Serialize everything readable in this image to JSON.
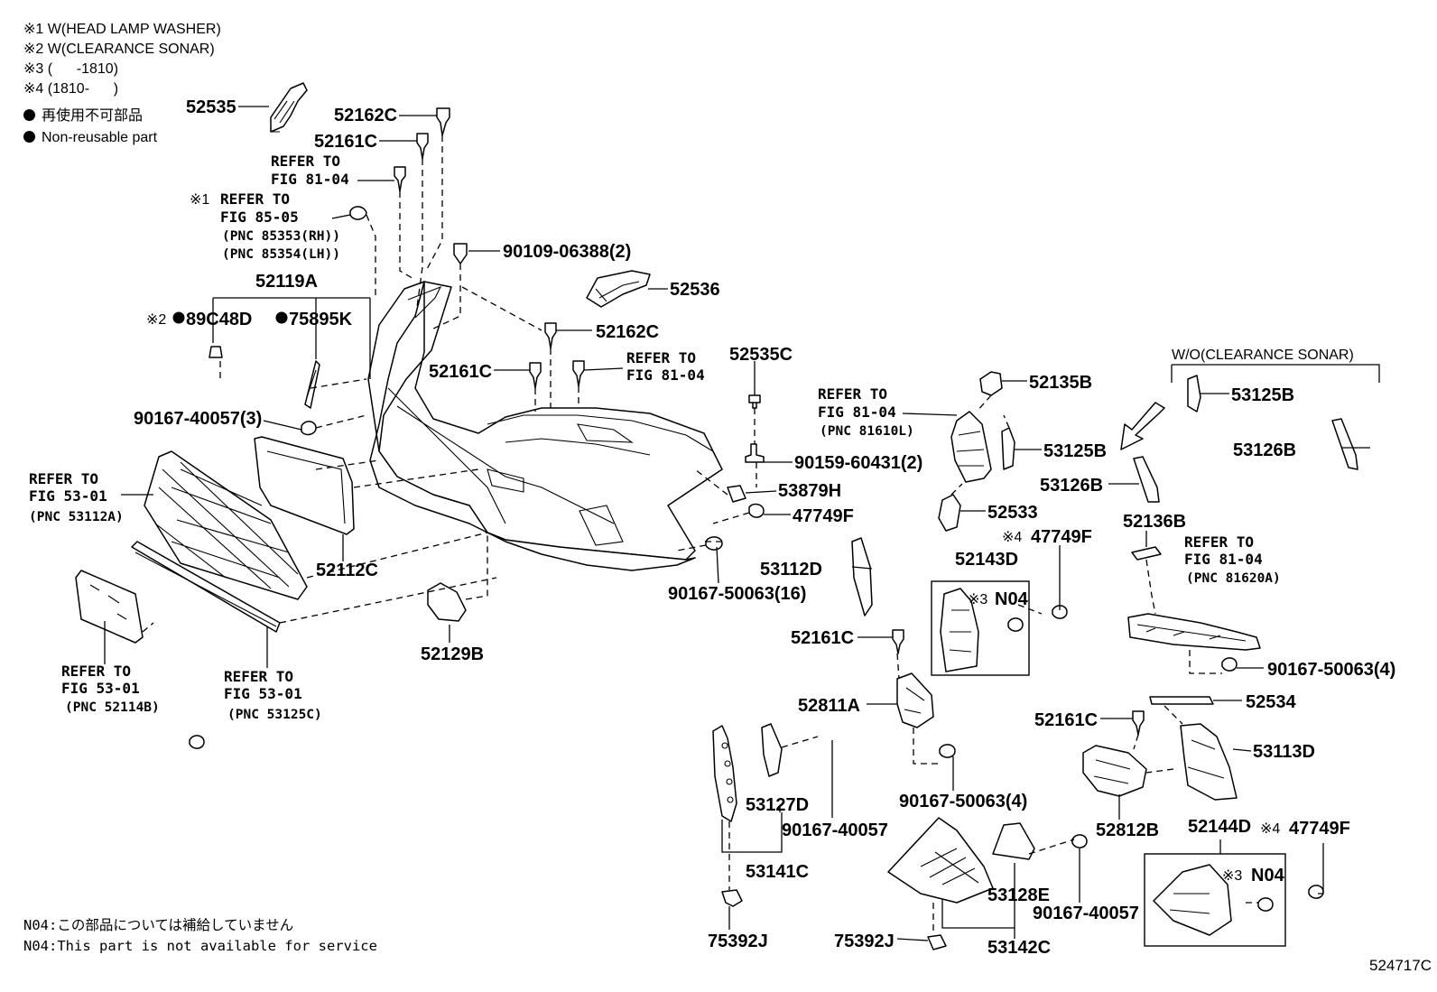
{
  "notes": [
    {
      "mark": "※1",
      "text": "W(HEAD LAMP WASHER)"
    },
    {
      "mark": "※2",
      "text": "W(CLEARANCE SONAR)"
    },
    {
      "mark": "※3",
      "text": "(      -1810)"
    },
    {
      "mark": "※4",
      "text": "(1810-      )"
    }
  ],
  "legend": [
    {
      "icon": "filled-dot",
      "text": "再使用不可部品"
    },
    {
      "icon": "filled-dot",
      "text": "Non-reusable part"
    }
  ],
  "footnote": [
    "N04:この部品については補給していません",
    "N04:This part is not available for service"
  ],
  "illustration_code": "524717C",
  "parts": [
    {
      "id": "p1",
      "text": "52535"
    },
    {
      "id": "p2",
      "text": "52162C"
    },
    {
      "id": "p3",
      "text": "52161C"
    },
    {
      "id": "p4",
      "text": "90109-06388(2)"
    },
    {
      "id": "p5",
      "text": "52119A"
    },
    {
      "id": "p6",
      "text": "89C48D"
    },
    {
      "id": "p7",
      "text": "75895K"
    },
    {
      "id": "p8",
      "text": "52536"
    },
    {
      "id": "p9",
      "text": "52162C"
    },
    {
      "id": "p10",
      "text": "52161C"
    },
    {
      "id": "p11",
      "text": "90167-40057(3)"
    },
    {
      "id": "p12",
      "text": "52535C"
    },
    {
      "id": "p13",
      "text": "90159-60431(2)"
    },
    {
      "id": "p14",
      "text": "53879H"
    },
    {
      "id": "p15",
      "text": "47749F"
    },
    {
      "id": "p16",
      "text": "52112C"
    },
    {
      "id": "p17",
      "text": "90167-50063(16)"
    },
    {
      "id": "p18",
      "text": "52129B"
    },
    {
      "id": "p19",
      "text": "52135B"
    },
    {
      "id": "p20",
      "text": "53125B"
    },
    {
      "id": "p21",
      "text": "53126B"
    },
    {
      "id": "p22",
      "text": "52533"
    },
    {
      "id": "p23",
      "text": "53125B"
    },
    {
      "id": "p24",
      "text": "53126B"
    },
    {
      "id": "p25",
      "text": "52136B"
    },
    {
      "id": "p26",
      "text": "47749F"
    },
    {
      "id": "p27",
      "text": "52143D"
    },
    {
      "id": "p28",
      "text": "N04"
    },
    {
      "id": "p29",
      "text": "53112D"
    },
    {
      "id": "p30",
      "text": "52161C"
    },
    {
      "id": "p31",
      "text": "52811A"
    },
    {
      "id": "p32",
      "text": "90167-50063(4)"
    },
    {
      "id": "p33",
      "text": "52534"
    },
    {
      "id": "p34",
      "text": "52161C"
    },
    {
      "id": "p35",
      "text": "53113D"
    },
    {
      "id": "p36",
      "text": "52812B"
    },
    {
      "id": "p37",
      "text": "90167-50063(4)"
    },
    {
      "id": "p38",
      "text": "53127D"
    },
    {
      "id": "p39",
      "text": "90167-40057"
    },
    {
      "id": "p40",
      "text": "53141C"
    },
    {
      "id": "p41",
      "text": "52144D"
    },
    {
      "id": "p42",
      "text": "47749F"
    },
    {
      "id": "p43",
      "text": "N04"
    },
    {
      "id": "p44",
      "text": "53128E"
    },
    {
      "id": "p45",
      "text": "90167-40057"
    },
    {
      "id": "p46",
      "text": "75392J"
    },
    {
      "id": "p47",
      "text": "75392J"
    },
    {
      "id": "p48",
      "text": "53142C"
    }
  ],
  "references": [
    {
      "id": "r1",
      "lines": [
        "REFER TO",
        "FIG 81-04"
      ]
    },
    {
      "id": "r2",
      "lines": [
        "REFER TO",
        "FIG 85-05",
        "(PNC 85353(RH))",
        "(PNC 85354(LH))"
      ]
    },
    {
      "id": "r3",
      "lines": [
        "REFER TO",
        "FIG 81-04"
      ]
    },
    {
      "id": "r4",
      "lines": [
        "REFER TO",
        "FIG 53-01",
        "(PNC 53112A)"
      ]
    },
    {
      "id": "r5",
      "lines": [
        "REFER TO",
        "FIG 53-01",
        "(PNC 52114B)"
      ]
    },
    {
      "id": "r6",
      "lines": [
        "REFER TO",
        "FIG 53-01",
        "(PNC 53125C)"
      ]
    },
    {
      "id": "r7",
      "lines": [
        "REFER TO",
        "FIG 81-04",
        "(PNC 81610L)"
      ]
    },
    {
      "id": "r8",
      "lines": [
        "REFER TO",
        "FIG 81-04",
        "(PNC 81620A)"
      ]
    }
  ],
  "marks": [
    {
      "id": "m1",
      "text": "※1"
    },
    {
      "id": "m2",
      "text": "※2"
    },
    {
      "id": "m3",
      "text": "※4"
    },
    {
      "id": "m4",
      "text": "※3"
    },
    {
      "id": "m5",
      "text": "※4"
    },
    {
      "id": "m6",
      "text": "※3"
    }
  ],
  "condition_label": "W/O(CLEARANCE SONAR)"
}
